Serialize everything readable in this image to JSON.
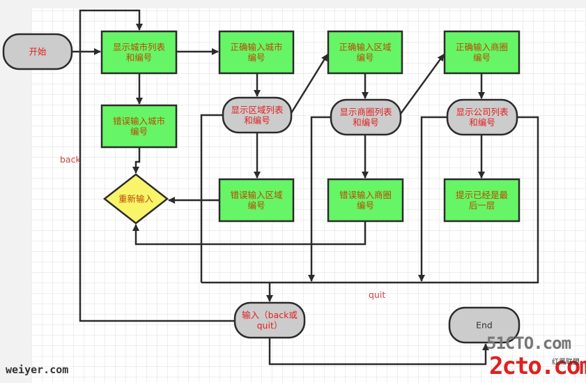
{
  "nodes": {
    "start": {
      "label": [
        "开始"
      ],
      "shape": "terminal"
    },
    "show_city": {
      "label": [
        "显示城市列表",
        "和编号"
      ],
      "shape": "process"
    },
    "correct_city": {
      "label": [
        "正确输入城市",
        "编号"
      ],
      "shape": "process"
    },
    "correct_district": {
      "label": [
        "正确输入区域",
        "编号"
      ],
      "shape": "process"
    },
    "correct_area": {
      "label": [
        "正确输入商圈",
        "编号"
      ],
      "shape": "process"
    },
    "wrong_city": {
      "label": [
        "错误输入城市",
        "编号"
      ],
      "shape": "process"
    },
    "show_district": {
      "label": [
        "显示区域列表",
        "和编号"
      ],
      "shape": "terminal"
    },
    "show_area": {
      "label": [
        "显示商圈列表",
        "和编号"
      ],
      "shape": "terminal"
    },
    "show_company": {
      "label": [
        "显示公司列表",
        "和编号"
      ],
      "shape": "terminal"
    },
    "reinput": {
      "label": [
        "重新输入"
      ],
      "shape": "decision"
    },
    "wrong_district": {
      "label": [
        "错误输入区域",
        "编号"
      ],
      "shape": "process"
    },
    "wrong_area": {
      "label": [
        "错误输入商圈",
        "编号"
      ],
      "shape": "process"
    },
    "last_level": {
      "label": [
        "提示已经是最",
        "后一层"
      ],
      "shape": "process"
    },
    "input_back_quit": {
      "label": [
        "输入（back或",
        "quit）"
      ],
      "shape": "terminal"
    },
    "end": {
      "label": [
        "End"
      ],
      "shape": "terminal"
    }
  },
  "edge_labels": {
    "back": "back",
    "quit": "quit"
  },
  "watermarks": {
    "left": "weiyer.com",
    "right_top": "51CTO.com",
    "right_bottom": "2cto.com",
    "right_small": "红黑联盟"
  },
  "colors": {
    "process_fill": "#66f566",
    "terminal_fill": "#cccccc",
    "decision_fill": "#f9f56a",
    "stroke": "#2b2b2b",
    "label_red": "#e02020",
    "label_orange": "#b84a00",
    "edge_label": "#d04040",
    "grid": "#dedede"
  }
}
